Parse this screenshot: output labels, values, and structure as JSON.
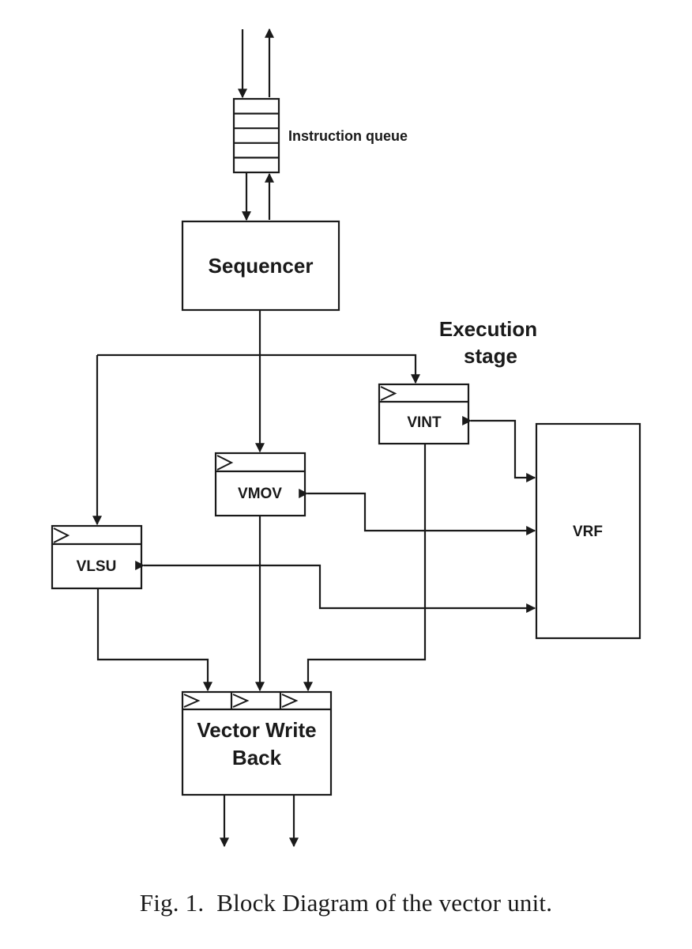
{
  "diagram": {
    "labels": {
      "instruction_queue": "Instruction queue",
      "sequencer": "Sequencer",
      "execution_stage_line1": "Execution",
      "execution_stage_line2": "stage",
      "vint": "VINT",
      "vmov": "VMOV",
      "vlsu": "VLSU",
      "vrf": "VRF",
      "writeback_line1": "Vector Write",
      "writeback_line2": "Back"
    }
  },
  "caption": "Fig. 1.  Block Diagram of the vector unit."
}
